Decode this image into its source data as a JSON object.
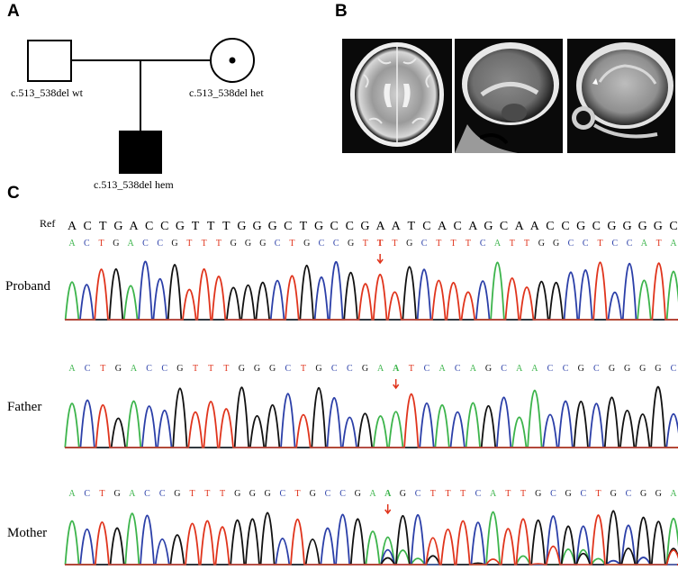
{
  "panels": {
    "a": "A",
    "b": "B",
    "c": "C"
  },
  "pedigree": {
    "father_label": "c.513_538del wt",
    "mother_label": "c.513_538del het",
    "proband_label": "c.513_538del hem"
  },
  "mri": {
    "images": [
      "axial T2",
      "sagittal T1",
      "sagittal T1 (arrow)"
    ]
  },
  "sequencing": {
    "ref_label": "Ref",
    "ref_sequence": "ACTGACCGTTTGGGCTGCCGAATCACAGCAACCGCGGGGC",
    "rows": [
      {
        "label": "Proband",
        "sequence": "ACTGACCGTTTGGGCTGCCGTTTGCTTTCATTGGCCTCCATA",
        "highlight_index": 21
      },
      {
        "label": "Father",
        "sequence": "ACTGACCGTTTGGGCTGCCGAATCACAGCAACCGCGGGGC",
        "highlight_index": 21
      },
      {
        "label": "Mother",
        "sequence": "ACTGACCGTTTGGGCTGCCGAAGCTTTCATTGCGCTGCGGA",
        "highlight_index": 21
      }
    ],
    "base_colors": {
      "A": "#3cb44b",
      "C": "#2b3fa8",
      "G": "#111111",
      "T": "#e0341c"
    },
    "marker_color": "#e0341c"
  }
}
